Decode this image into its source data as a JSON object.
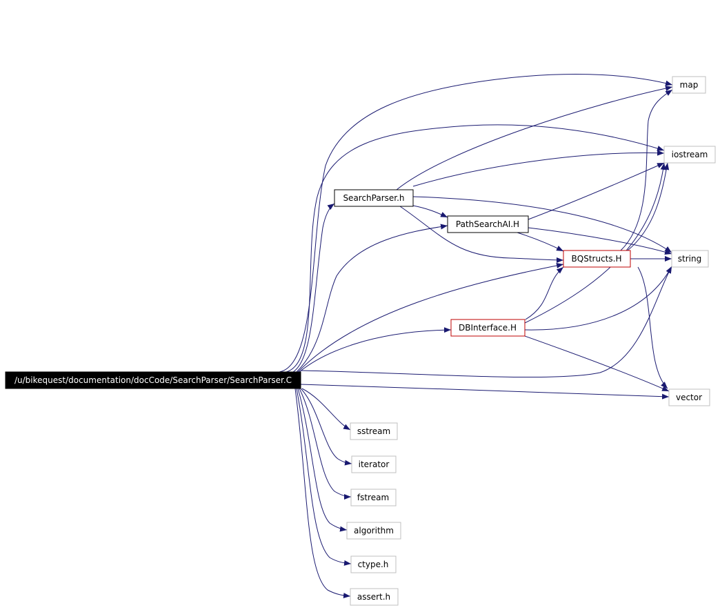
{
  "graph": {
    "edge_color": "#191970",
    "nodes": {
      "root": {
        "label": "/u/bikequest/documentation/docCode/SearchParser/SearchParser.C",
        "style": "root"
      },
      "searchparser_h": {
        "label": "SearchParser.h",
        "style": "documented"
      },
      "pathsearchai_h": {
        "label": "PathSearchAI.H",
        "style": "documented"
      },
      "bqstructs_h": {
        "label": "BQStructs.H",
        "style": "truncated"
      },
      "dbinterface_h": {
        "label": "DBInterface.H",
        "style": "truncated"
      },
      "map": {
        "label": "map",
        "style": "external"
      },
      "iostream": {
        "label": "iostream",
        "style": "external"
      },
      "string": {
        "label": "string",
        "style": "external"
      },
      "vector": {
        "label": "vector",
        "style": "external"
      },
      "sstream": {
        "label": "sstream",
        "style": "external"
      },
      "iterator": {
        "label": "iterator",
        "style": "external"
      },
      "fstream": {
        "label": "fstream",
        "style": "external"
      },
      "algorithm": {
        "label": "algorithm",
        "style": "external"
      },
      "ctype_h": {
        "label": "ctype.h",
        "style": "external"
      },
      "assert_h": {
        "label": "assert.h",
        "style": "external"
      }
    },
    "edges": [
      [
        "root",
        "searchparser_h"
      ],
      [
        "root",
        "pathsearchai_h"
      ],
      [
        "root",
        "bqstructs_h"
      ],
      [
        "root",
        "dbinterface_h"
      ],
      [
        "root",
        "map"
      ],
      [
        "root",
        "iostream"
      ],
      [
        "root",
        "string"
      ],
      [
        "root",
        "vector"
      ],
      [
        "root",
        "sstream"
      ],
      [
        "root",
        "iterator"
      ],
      [
        "root",
        "fstream"
      ],
      [
        "root",
        "algorithm"
      ],
      [
        "root",
        "ctype_h"
      ],
      [
        "root",
        "assert_h"
      ],
      [
        "searchparser_h",
        "map"
      ],
      [
        "searchparser_h",
        "iostream"
      ],
      [
        "searchparser_h",
        "string"
      ],
      [
        "searchparser_h",
        "pathsearchai_h"
      ],
      [
        "searchparser_h",
        "bqstructs_h"
      ],
      [
        "pathsearchai_h",
        "iostream"
      ],
      [
        "pathsearchai_h",
        "string"
      ],
      [
        "pathsearchai_h",
        "bqstructs_h"
      ],
      [
        "bqstructs_h",
        "map"
      ],
      [
        "bqstructs_h",
        "iostream"
      ],
      [
        "bqstructs_h",
        "string"
      ],
      [
        "bqstructs_h",
        "vector"
      ],
      [
        "dbinterface_h",
        "bqstructs_h"
      ],
      [
        "dbinterface_h",
        "iostream"
      ],
      [
        "dbinterface_h",
        "string"
      ],
      [
        "dbinterface_h",
        "vector"
      ]
    ]
  }
}
